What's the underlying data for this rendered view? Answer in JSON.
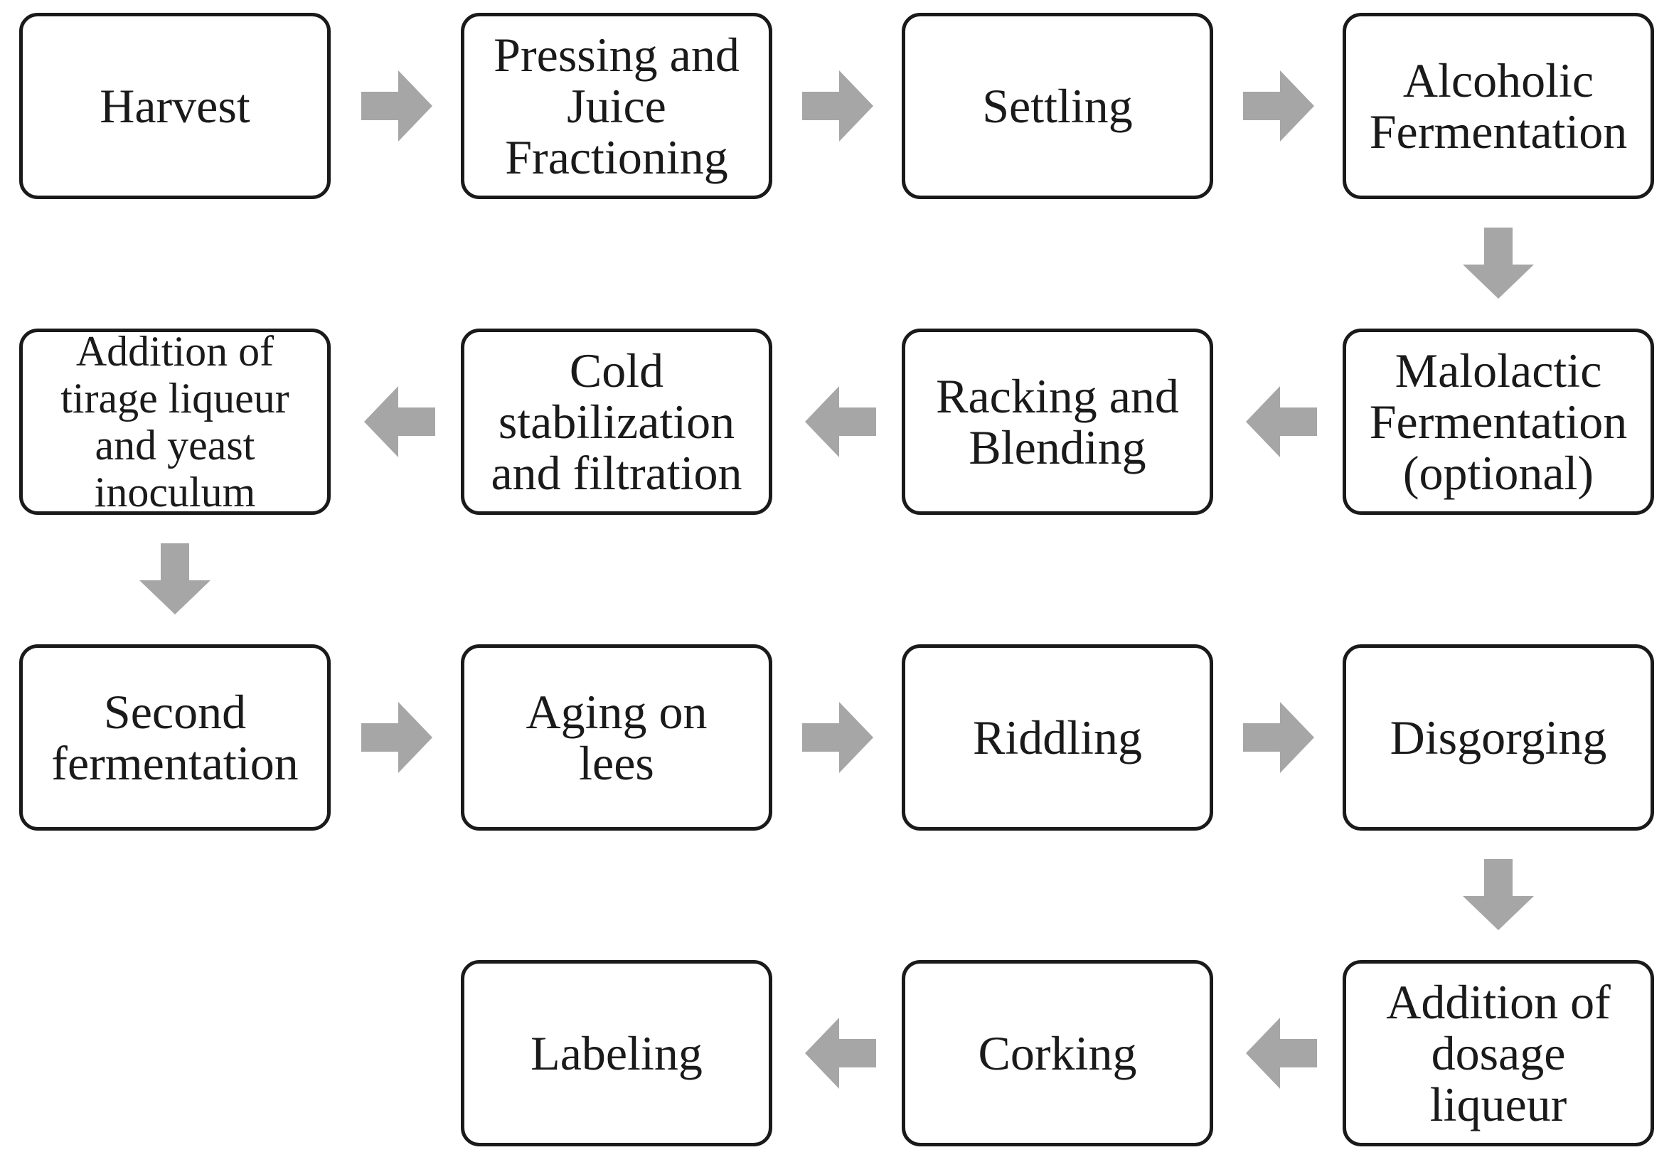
{
  "arrow_color": "#a6a6a6",
  "steps": [
    {
      "id": "harvest",
      "label": "Harvest"
    },
    {
      "id": "pressing",
      "label": "Pressing and\nJuice\nFractioning"
    },
    {
      "id": "settling",
      "label": "Settling"
    },
    {
      "id": "alcoholic",
      "label": "Alcoholic\nFermentation"
    },
    {
      "id": "malolactic",
      "label": "Malolactic\nFermentation\n(optional)"
    },
    {
      "id": "racking",
      "label": "Racking and\nBlending"
    },
    {
      "id": "cold",
      "label": "Cold\nstabilization\nand filtration"
    },
    {
      "id": "tirage",
      "label": "Addition of\ntirage liqueur\nand yeast\ninoculum"
    },
    {
      "id": "second",
      "label": "Second\nfermentation"
    },
    {
      "id": "aging",
      "label": "Aging on\nlees"
    },
    {
      "id": "riddling",
      "label": "Riddling"
    },
    {
      "id": "disgorging",
      "label": "Disgorging"
    },
    {
      "id": "dosage",
      "label": "Addition of\ndosage\nliqueur"
    },
    {
      "id": "corking",
      "label": "Corking"
    },
    {
      "id": "labeling",
      "label": "Labeling"
    }
  ],
  "flow": [
    [
      "harvest",
      "pressing"
    ],
    [
      "pressing",
      "settling"
    ],
    [
      "settling",
      "alcoholic"
    ],
    [
      "alcoholic",
      "malolactic"
    ],
    [
      "malolactic",
      "racking"
    ],
    [
      "racking",
      "cold"
    ],
    [
      "cold",
      "tirage"
    ],
    [
      "tirage",
      "second"
    ],
    [
      "second",
      "aging"
    ],
    [
      "aging",
      "riddling"
    ],
    [
      "riddling",
      "disgorging"
    ],
    [
      "disgorging",
      "dosage"
    ],
    [
      "dosage",
      "corking"
    ],
    [
      "corking",
      "labeling"
    ]
  ]
}
